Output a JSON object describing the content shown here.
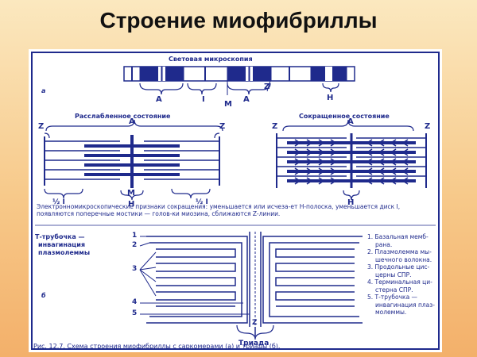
{
  "title": "Строение миофибриллы",
  "panel_a": {
    "header": "Световая микроскопия",
    "marker": "а",
    "bands": [
      "A",
      "I",
      "M",
      "Z",
      "A",
      "H"
    ],
    "relaxed_title": "Расслабленное состояние",
    "contracted_title": "Сокращенное состояние",
    "relaxed_labels": {
      "z_left": "Z",
      "a": "A",
      "z_right": "Z",
      "m": "M",
      "h": "H",
      "half_i_left": "½ I",
      "half_i_right": "½ I"
    },
    "contracted_labels": {
      "z_left": "Z",
      "a": "A",
      "z_right": "Z",
      "h": "H"
    },
    "description": "Электронномикроскопические признаки сокращения: уменьшается или исчеза-ет Н-полоска, уменьшается диск I, появляются поперечные мостики — голов-ки миозина, сближаются Z-линии."
  },
  "panel_b": {
    "marker": "б",
    "left_caption": [
      "Т-трубочка —",
      "инвагинация",
      "плазмолеммы"
    ],
    "numbers": [
      "1",
      "2",
      "3",
      "4",
      "5"
    ],
    "z_label": "Z",
    "triad_label": "Триада",
    "legend": [
      "1. Базальная мемб-",
      "рана.",
      "2. Плазмолемма мы-",
      "шечного волокна.",
      "3. Продольные цис-",
      "церны СПР.",
      "4. Терминальная ци-",
      "стерна СПР.",
      "5.   Т-трубочка   —",
      "инвагинация плаз-",
      "молеммы."
    ]
  },
  "figure_caption": "Рис. 12.7. Схема строения миофибриллы с саркомерами (а) и  триады (б)."
}
